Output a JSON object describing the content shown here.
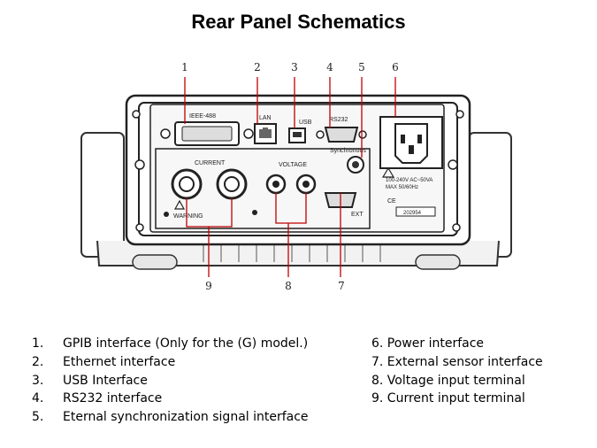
{
  "slide": {
    "title": "Rear Panel Schematics"
  },
  "diagram": {
    "callout_numbers": [
      "1",
      "2",
      "3",
      "4",
      "5",
      "6",
      "7",
      "8",
      "9"
    ],
    "panel_labels": {
      "ieee": "IEEE-488",
      "lan": "LAN",
      "usb": "USB",
      "rs232": "RS232",
      "synchronous": "Synchronous",
      "current": "CURRENT",
      "voltage": "VOLTAGE",
      "ext": "EXT",
      "warning": "WARNING",
      "power_rating": "100-240V AC~50VA",
      "power_freq": "MAX 50/60Hz",
      "serial": "202954"
    }
  },
  "legend": {
    "left": [
      {
        "num": "1.",
        "text": "GPIB interface (Only for the (G) model.)"
      },
      {
        "num": "2.",
        "text": "Ethernet interface"
      },
      {
        "num": "3.",
        "text": "USB Interface"
      },
      {
        "num": "4.",
        "text": "RS232 interface"
      },
      {
        "num": "5.",
        "text": "Eternal synchronization signal interface"
      }
    ],
    "right": [
      {
        "text": "6. Power interface"
      },
      {
        "text": "7. External sensor interface"
      },
      {
        "text": "8. Voltage input terminal"
      },
      {
        "text": "9. Current input terminal"
      }
    ]
  }
}
